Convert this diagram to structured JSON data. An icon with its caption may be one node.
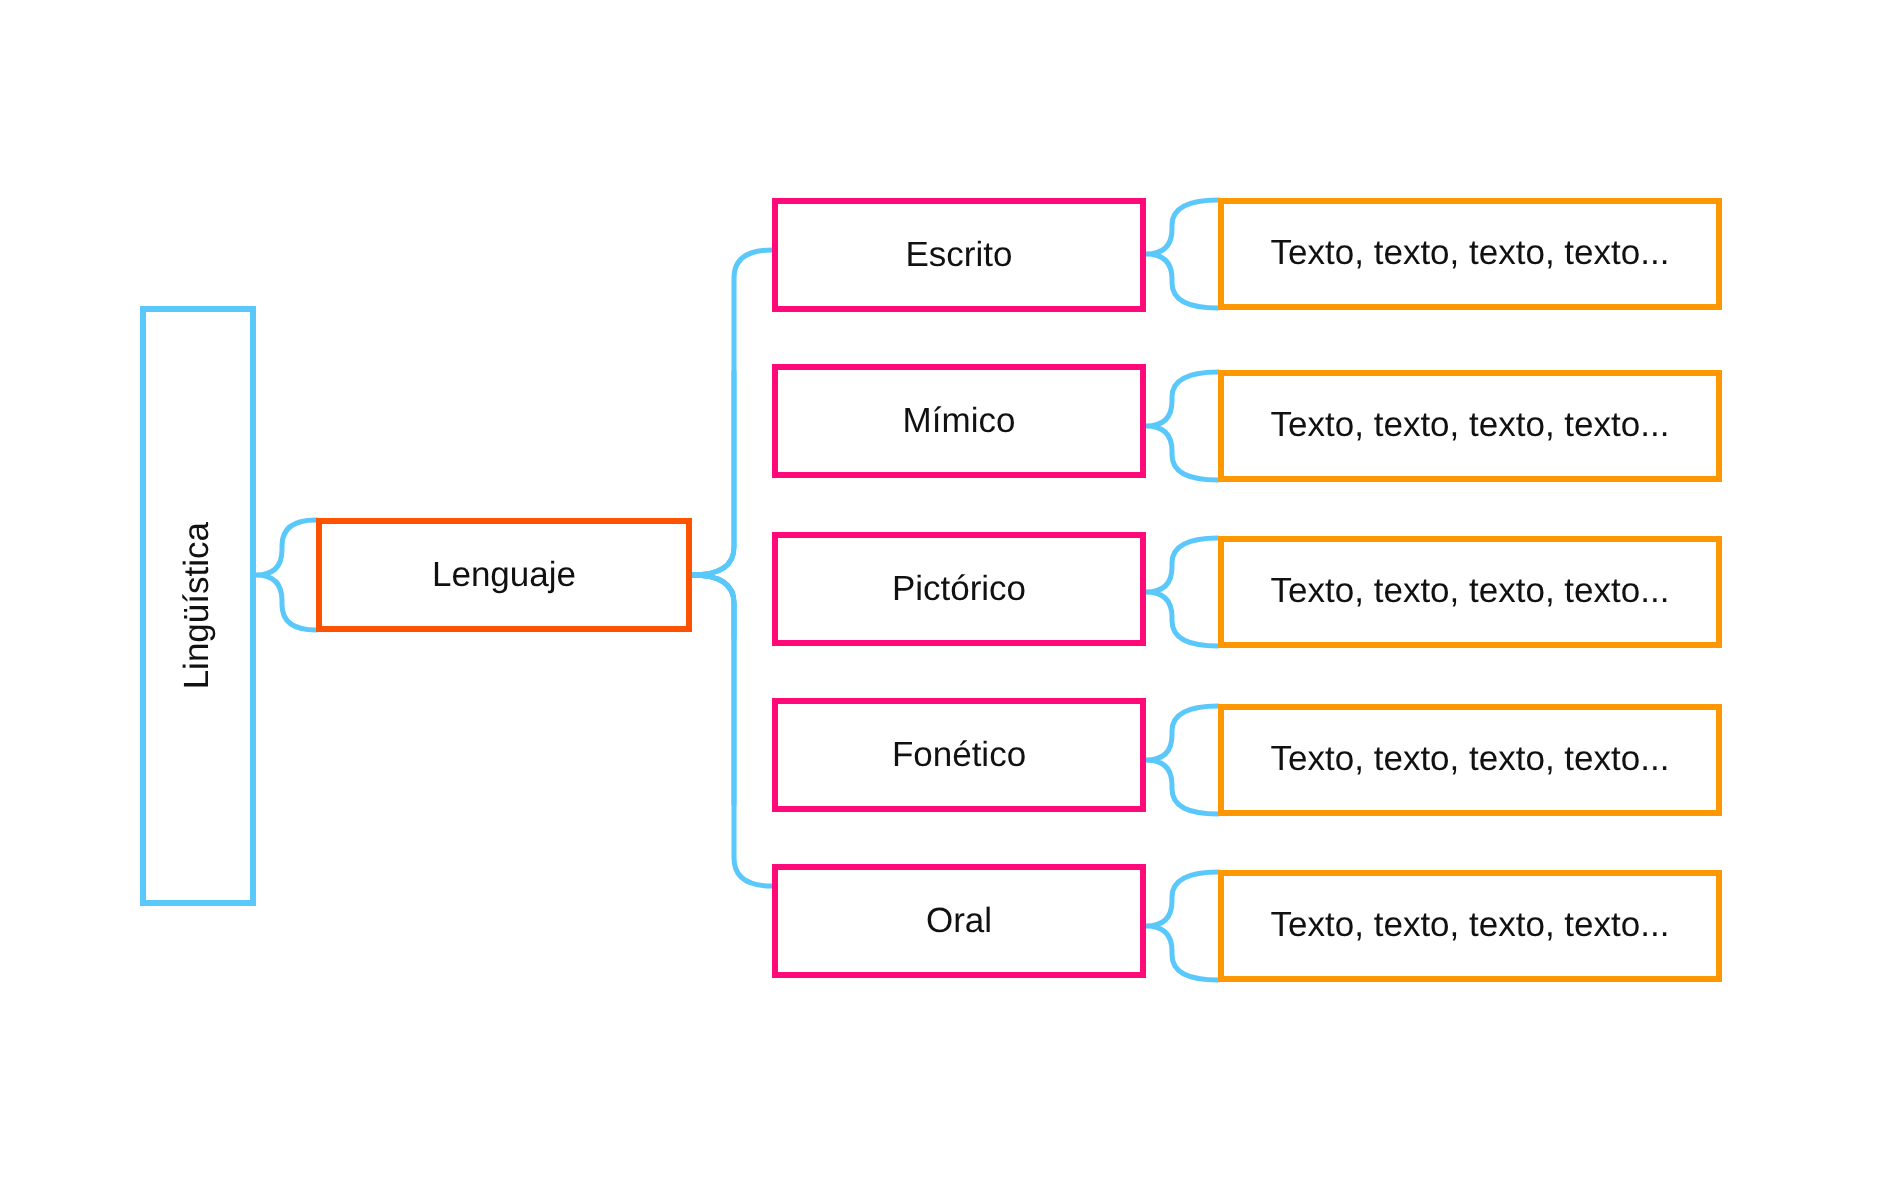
{
  "diagram": {
    "nodes": [
      {
        "text": [
          "Lingüística"
        ]
      },
      {
        "text": [
          "Lenguaje"
        ]
      },
      {
        "text": [
          "Escrito"
        ]
      },
      {
        "text": [
          "Mímico"
        ]
      },
      {
        "text": [
          "Pictórico"
        ]
      },
      {
        "text": [
          "Fonético"
        ]
      },
      {
        "text": [
          "Oral"
        ]
      },
      {
        "text": [
          "Texto, texto, texto, texto..."
        ]
      },
      {
        "text": [
          "Texto, texto, texto, texto..."
        ]
      },
      {
        "text": [
          "Texto, texto, texto, texto..."
        ]
      },
      {
        "text": [
          "Texto, texto, texto, texto..."
        ]
      },
      {
        "text": [
          "Texto, texto, texto, texto..."
        ]
      }
    ],
    "edges": [
      {
        "from": 0,
        "to": 1,
        "arrow": "none"
      },
      {
        "from": 1,
        "to": 2,
        "arrow": "none"
      },
      {
        "from": 1,
        "to": 3,
        "arrow": "none"
      },
      {
        "from": 1,
        "to": 4,
        "arrow": "none"
      },
      {
        "from": 1,
        "to": 5,
        "arrow": "none"
      },
      {
        "from": 1,
        "to": 6,
        "arrow": "none"
      },
      {
        "from": 2,
        "to": 7,
        "arrow": "none"
      },
      {
        "from": 3,
        "to": 8,
        "arrow": "none"
      },
      {
        "from": 4,
        "to": 9,
        "arrow": "none"
      },
      {
        "from": 5,
        "to": 10,
        "arrow": "none"
      },
      {
        "from": 6,
        "to": 11,
        "arrow": "none"
      }
    ]
  }
}
